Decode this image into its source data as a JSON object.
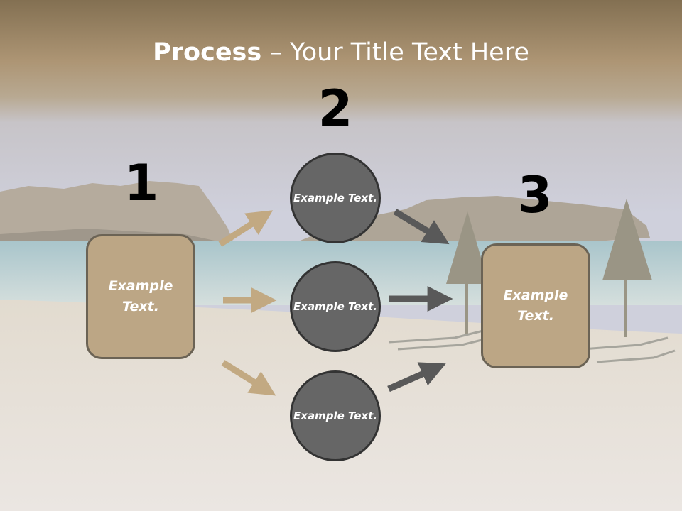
{
  "title": {
    "bold": "Process",
    "rest": " – Your Title Text Here"
  },
  "steps": [
    {
      "number": "1",
      "text": "Example Text."
    },
    {
      "number": "2",
      "items": [
        "Example Text.",
        "Example Text.",
        "Example Text."
      ]
    },
    {
      "number": "3",
      "text": "Example Text."
    }
  ],
  "colors": {
    "box_fill": "#bca685",
    "box_border": "#6b6355",
    "circle_fill": "#666666",
    "circle_border": "#333333",
    "arrow_tan": "#c2a982",
    "arrow_gray": "#595959"
  }
}
